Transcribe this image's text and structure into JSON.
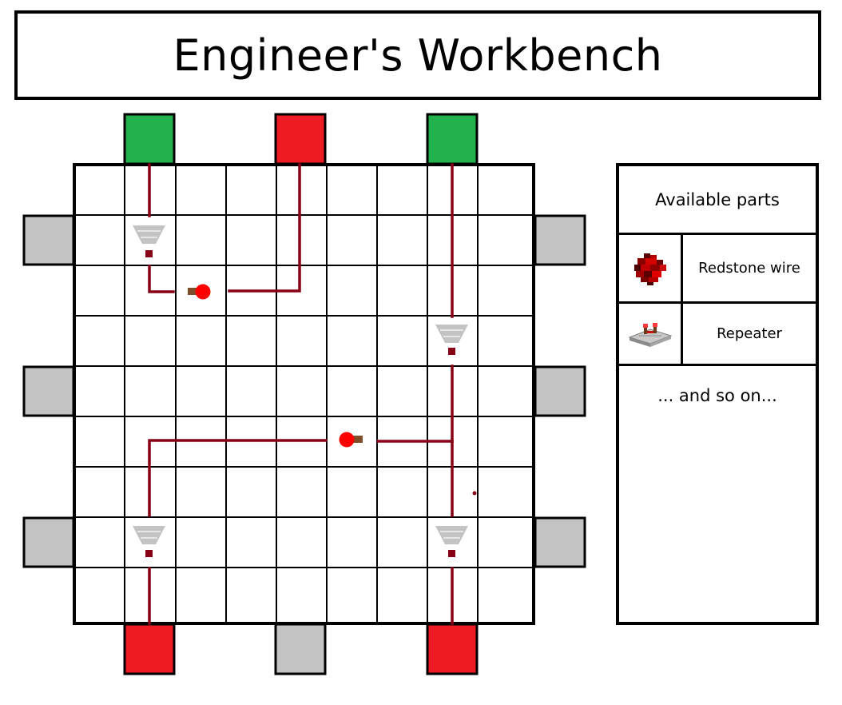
{
  "title": "Engineer's Workbench",
  "parts_panel": {
    "header": "Available parts",
    "items": [
      {
        "label": "Redstone wire",
        "icon": "redstone-dust-icon"
      },
      {
        "label": "Repeater",
        "icon": "repeater-icon"
      }
    ],
    "footer": "... and so on..."
  },
  "board": {
    "grid_rows": 9,
    "grid_cols": 9,
    "top_ports": [
      "active",
      "powered",
      "active"
    ],
    "bottom_ports": [
      "powered",
      "inactive",
      "powered"
    ],
    "left_ports": [
      "inactive",
      "inactive",
      "inactive"
    ],
    "right_ports": [
      "inactive",
      "inactive",
      "inactive"
    ]
  },
  "colors": {
    "active_port": "#22b14c",
    "powered_port": "#ed1c24",
    "inactive_port": "#c3c3c3",
    "wire": "#880015",
    "torch": "#ff0000"
  }
}
